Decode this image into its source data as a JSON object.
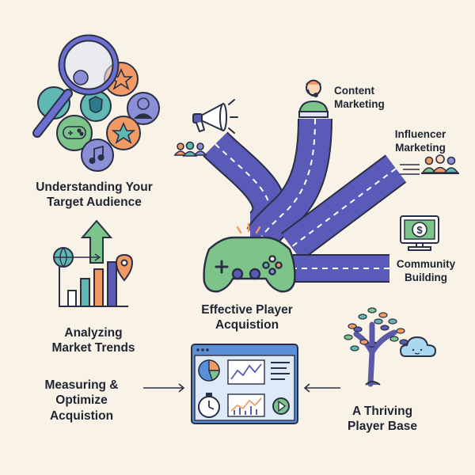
{
  "colors": {
    "background": "#f8f3e6",
    "road": "#5a5ab8",
    "controller": "#7cc48a",
    "accent_orange": "#f29a66",
    "accent_teal": "#5fb8b2",
    "accent_blue": "#8a8fd8",
    "outline": "#2b2f45",
    "tree_trunk": "#5a5aa8",
    "dashboard_frame": "#5b8fd8"
  },
  "icons": {
    "magnifier": "magnifying-glass-icon",
    "controller": "game-controller-icon",
    "megaphone": "megaphone-icon",
    "presenter": "headset-presenter-icon",
    "people": "people-group-icon",
    "monitor": "dollar-monitor-icon",
    "globe": "globe-icon",
    "location": "map-pin-icon",
    "tree": "tree-icon",
    "cloud": "cloud-icon",
    "dashboard": "analytics-dashboard-icon"
  },
  "labels": {
    "audience": {
      "line1": "Understanding Your",
      "line2": "Target Audience"
    },
    "content": {
      "line1": "Content",
      "line2": "Marketing"
    },
    "influencer": {
      "line1": "Influencer",
      "line2": "Marketing"
    },
    "community": {
      "line1": "Community",
      "line2": "Building"
    },
    "center": {
      "line1": "Effective Player",
      "line2": "Acquistion"
    },
    "trends": {
      "line1": "Analyzing",
      "line2": "Market Trends"
    },
    "measuring": {
      "line1": "Measuring &",
      "line2": "Optimize",
      "line3": "Acquistion"
    },
    "thriving": {
      "line1": "A Thriving",
      "line2": "Player Base"
    }
  }
}
